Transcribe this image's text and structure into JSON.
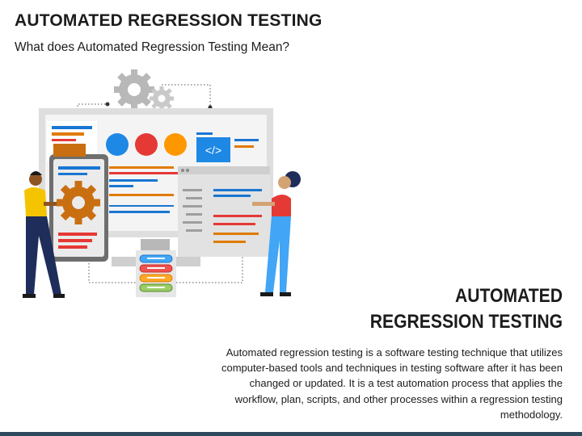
{
  "slide": {
    "title": "AUTOMATED REGRESSION TESTING",
    "subtitle": "What does Automated Regression Testing Mean?",
    "side_heading_line1": "AUTOMATED",
    "side_heading_line2": "REGRESSION TESTING",
    "description": "Automated regression testing is a software testing technique that utilizes computer-based tools and techniques in testing software after it has been changed or updated. It is a test automation process that applies the workflow, plan, scripts, and other processes within a regression testing methodology.",
    "illustration_code_label": "</>"
  },
  "colors": {
    "blue": "#1976d2",
    "orange": "#e07b00",
    "red": "#e53935",
    "green": "#8bc34a",
    "yellow": "#f5c400",
    "gray": "#9e9e9e",
    "navy": "#1f2d5a",
    "bar": "#2f4a5f"
  },
  "icons": [
    "gear-icon",
    "code-icon",
    "database-icon"
  ]
}
